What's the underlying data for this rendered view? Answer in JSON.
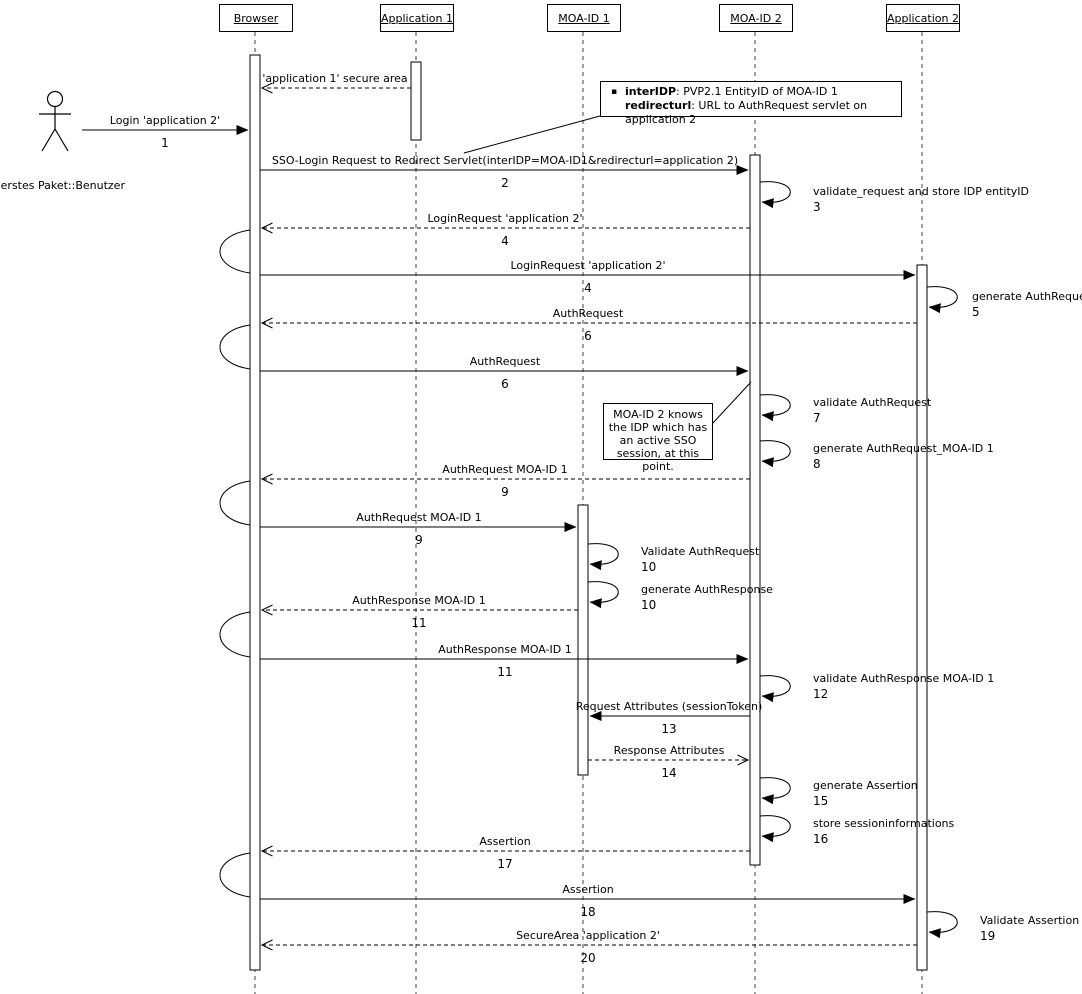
{
  "diagram": {
    "kind": "uml-sequence-diagram",
    "actor": {
      "label": "Oberstes Paket::Benutzer"
    },
    "lifelines": [
      {
        "label": "Browser"
      },
      {
        "label": "Application 1"
      },
      {
        "label": "MOA-ID 1"
      },
      {
        "label": "MOA-ID 2"
      },
      {
        "label": "Application 2"
      }
    ]
  },
  "messages": [
    {
      "label": "Login 'application 2'",
      "num": "1",
      "from": "Benutzer",
      "to": "Browser",
      "type": "solid"
    },
    {
      "label": "'application 1' secure area",
      "num": "",
      "from": "Application 1",
      "to": "Browser",
      "type": "return"
    },
    {
      "label": "SSO-Login Request to Redirect Servlet(interIDP=MOA-ID1&redirecturl=application 2)",
      "num": "2",
      "from": "Browser",
      "to": "MOA-ID 2",
      "type": "solid"
    },
    {
      "label": "validate_request and store IDP entityID",
      "num": "3",
      "from": "MOA-ID 2",
      "to": "MOA-ID 2",
      "type": "self"
    },
    {
      "label": "LoginRequest 'application 2'",
      "num": "4",
      "from": "MOA-ID 2",
      "to": "Browser",
      "type": "return"
    },
    {
      "label": "LoginRequest 'application 2'",
      "num": "4",
      "from": "Browser",
      "to": "Application 2",
      "type": "solid"
    },
    {
      "label": "generate AuthRequest",
      "num": "5",
      "from": "Application 2",
      "to": "Application 2",
      "type": "self"
    },
    {
      "label": "AuthRequest",
      "num": "6",
      "from": "Application 2",
      "to": "Browser",
      "type": "return"
    },
    {
      "label": "AuthRequest",
      "num": "6",
      "from": "Browser",
      "to": "MOA-ID 2",
      "type": "solid"
    },
    {
      "label": "validate AuthRequest",
      "num": "7",
      "from": "MOA-ID 2",
      "to": "MOA-ID 2",
      "type": "self"
    },
    {
      "label": "generate AuthRequest_MOA-ID 1",
      "num": "8",
      "from": "MOA-ID 2",
      "to": "MOA-ID 2",
      "type": "self"
    },
    {
      "label": "AuthRequest MOA-ID 1",
      "num": "9",
      "from": "MOA-ID 2",
      "to": "Browser",
      "type": "return"
    },
    {
      "label": "AuthRequest MOA-ID 1",
      "num": "9",
      "from": "Browser",
      "to": "MOA-ID 1",
      "type": "solid"
    },
    {
      "label": "Validate AuthRequest",
      "num": "10",
      "from": "MOA-ID 1",
      "to": "MOA-ID 1",
      "type": "self"
    },
    {
      "label": "generate AuthResponse",
      "num": "10",
      "from": "MOA-ID 1",
      "to": "MOA-ID 1",
      "type": "self"
    },
    {
      "label": "AuthResponse MOA-ID 1",
      "num": "11",
      "from": "MOA-ID 1",
      "to": "Browser",
      "type": "return"
    },
    {
      "label": "AuthResponse MOA-ID 1",
      "num": "11",
      "from": "Browser",
      "to": "MOA-ID 2",
      "type": "solid"
    },
    {
      "label": "validate AuthResponse MOA-ID 1",
      "num": "12",
      "from": "MOA-ID 2",
      "to": "MOA-ID 2",
      "type": "self"
    },
    {
      "label": "Request Attributes (sessionToken)",
      "num": "13",
      "from": "MOA-ID 2",
      "to": "MOA-ID 1",
      "type": "solid"
    },
    {
      "label": "Response Attributes",
      "num": "14",
      "from": "MOA-ID 1",
      "to": "MOA-ID 2",
      "type": "return"
    },
    {
      "label": "generate Assertion",
      "num": "15",
      "from": "MOA-ID 2",
      "to": "MOA-ID 2",
      "type": "self"
    },
    {
      "label": "store sessioninformations",
      "num": "16",
      "from": "MOA-ID 2",
      "to": "MOA-ID 2",
      "type": "self"
    },
    {
      "label": "Assertion",
      "num": "17",
      "from": "MOA-ID 2",
      "to": "Browser",
      "type": "return"
    },
    {
      "label": "Assertion",
      "num": "18",
      "from": "Browser",
      "to": "Application 2",
      "type": "solid"
    },
    {
      "label": "Validate Assertion",
      "num": "19",
      "from": "Application 2",
      "to": "Application 2",
      "type": "self"
    },
    {
      "label": "SecureArea 'application 2'",
      "num": "20",
      "from": "Application 2",
      "to": "Browser",
      "type": "return"
    }
  ],
  "notes": {
    "params": {
      "bullet": "▪",
      "line1_key": "interIDP",
      "line1_rest": ": PVP2.1 EntityID of MOA-ID 1",
      "line2_key": "redirecturl",
      "line2_rest": ": URL to AuthRequest servlet on application 2"
    },
    "sso": {
      "text": "MOA-ID 2 knows the IDP which has an active SSO session, at this point."
    }
  }
}
